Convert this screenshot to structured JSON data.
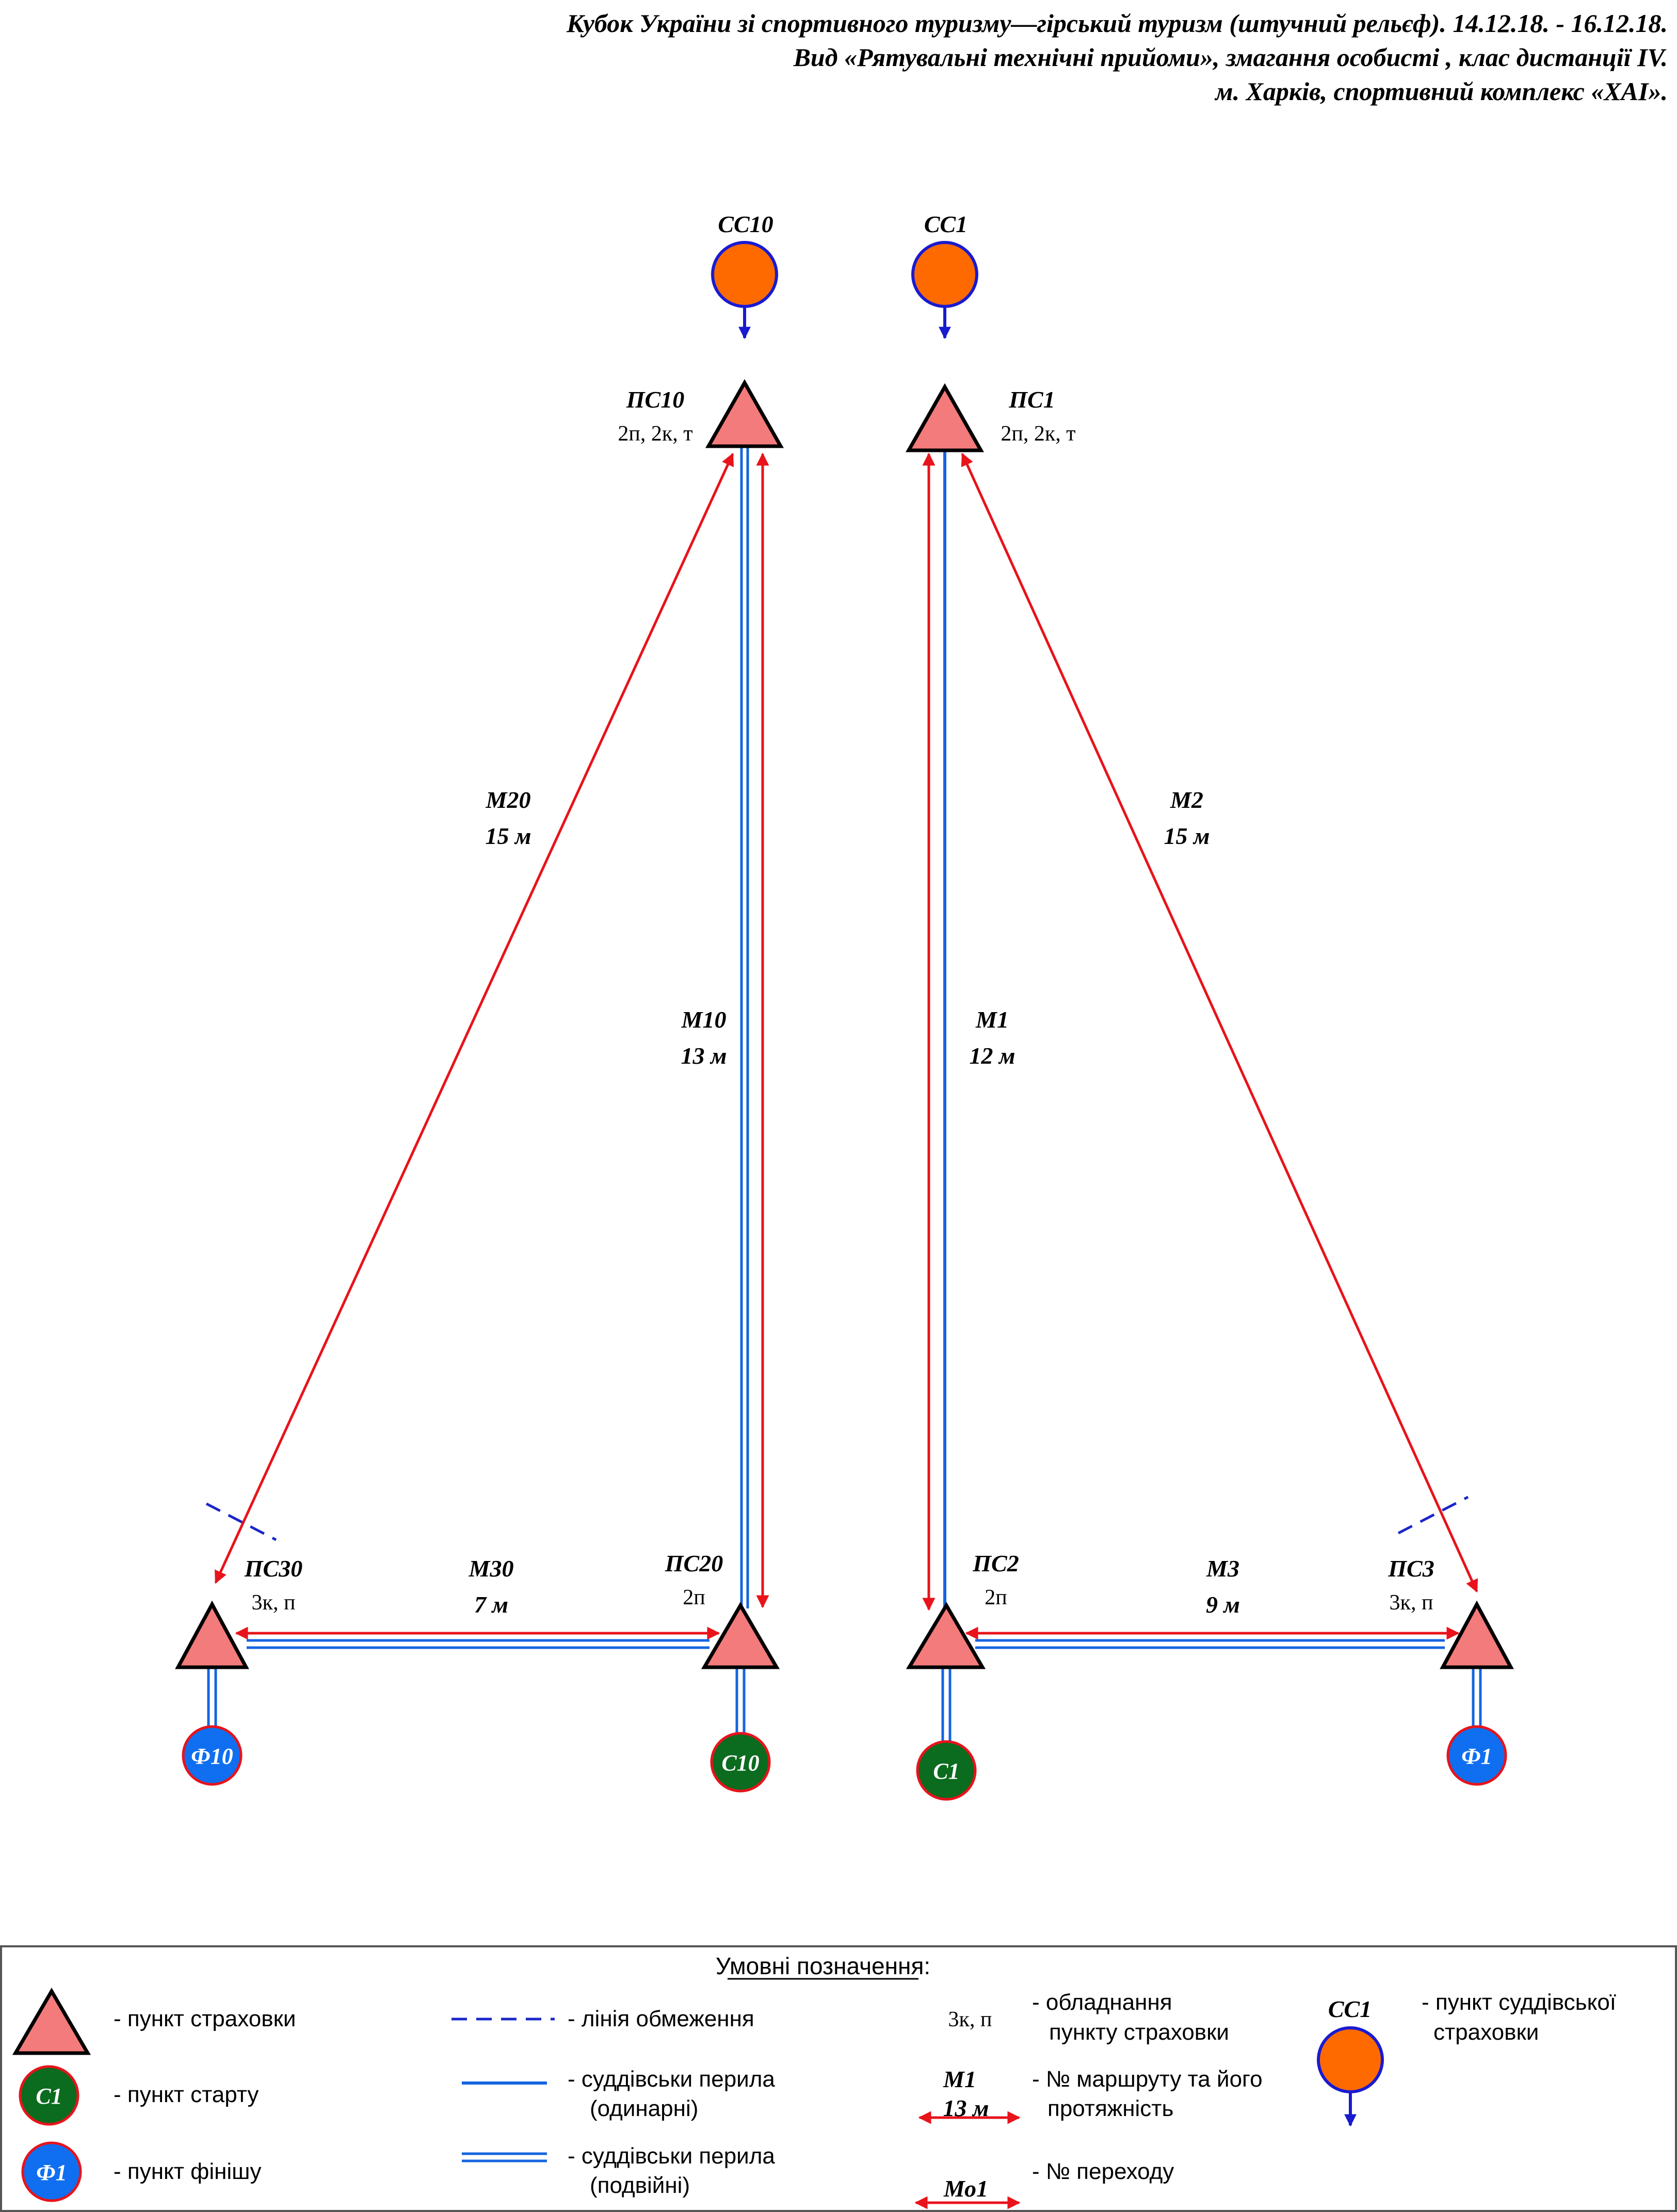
{
  "header": {
    "line1": "Кубок України зі спортивного туризму—гірський туризм (штучний рельєф). 14.12.18. - 16.12.18.",
    "line2": "Вид «Рятувальні технічні прийоми», змагання особисті , клас дистанції IV.",
    "line3": "м. Харків, спортивний комплекс «ХАІ»."
  },
  "colors": {
    "triangle_fill": "#f47b7b",
    "judge_circle": "#ff6a00",
    "start_circle": "#0b6b1e",
    "finish_circle": "#0f6ff0",
    "route_arrow": "#e8131b",
    "rope": "#1565e0",
    "limit_line": "#1a26c8",
    "circle_outline_blue": "#1a1ad0",
    "circle_outline_red": "#e8131b"
  },
  "judge_points": [
    {
      "id": "ss10",
      "label": "СС10"
    },
    {
      "id": "ss1",
      "label": "СС1"
    }
  ],
  "belay_points": [
    {
      "id": "ps10",
      "label": "ПС10",
      "equipment": "2п, 2к, т"
    },
    {
      "id": "ps1",
      "label": "ПС1",
      "equipment": "2п, 2к, т"
    },
    {
      "id": "ps30",
      "label": "ПС30",
      "equipment": "3к, п"
    },
    {
      "id": "ps20",
      "label": "ПС20",
      "equipment": "2п"
    },
    {
      "id": "ps2",
      "label": "ПС2",
      "equipment": "2п"
    },
    {
      "id": "ps3",
      "label": "ПС3",
      "equipment": "3к, п"
    }
  ],
  "routes": [
    {
      "id": "m20",
      "name": "М20",
      "length": "15 м"
    },
    {
      "id": "m10",
      "name": "М10",
      "length": "13 м"
    },
    {
      "id": "m1",
      "name": "М1",
      "length": "12 м"
    },
    {
      "id": "m2",
      "name": "М2",
      "length": "15 м"
    },
    {
      "id": "m30",
      "name": "М30",
      "length": "7 м"
    },
    {
      "id": "m3",
      "name": "М3",
      "length": "9 м"
    }
  ],
  "start_points": [
    {
      "id": "c10",
      "label": "С10"
    },
    {
      "id": "c1",
      "label": "С1"
    }
  ],
  "finish_points": [
    {
      "id": "f10",
      "label": "Ф10"
    },
    {
      "id": "f1",
      "label": "Ф1"
    }
  ],
  "legend": {
    "title": "Умовні позначення:",
    "belay_point": "- пункт страховки",
    "start_symbol": "С1",
    "start_point": "- пункт старту",
    "finish_symbol": "Ф1",
    "finish_point": "- пункт фінішу",
    "limit_line": "- лінія обмеження",
    "single_rope_1": "- суддівськи перила",
    "single_rope_2": "(одинарні)",
    "double_rope_1": "- суддівськи перила",
    "double_rope_2": "(подвійні)",
    "equip_symbol": "3к, п",
    "equip_1": "- обладнання",
    "equip_2": "пункту страховки",
    "route_symbol_name": "М1",
    "route_symbol_len": "13 м",
    "route_1": "- № маршруту та його",
    "route_2": "протяжність",
    "transfer_symbol": "Мо1",
    "transfer": "- № переходу",
    "judge_symbol": "СС1",
    "judge_1": "- пункт суддівської",
    "judge_2": "страховки"
  }
}
